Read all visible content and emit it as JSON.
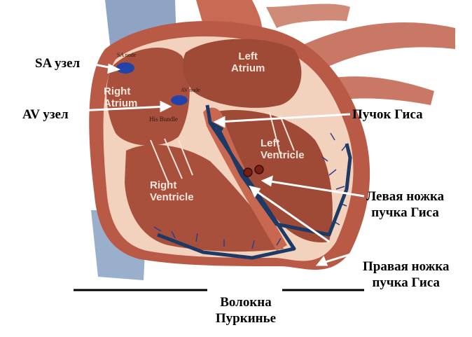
{
  "annotations": {
    "sa_node": "SA узел",
    "av_node": "AV узел",
    "bundle_his": "Пучок Гиса",
    "left_bundle_line1": "Левая ножка",
    "left_bundle_line2": "пучка Гиса",
    "right_bundle_line1": "Правая ножка",
    "right_bundle_line2": "пучка Гиса",
    "purkinje_line1": "Волокна",
    "purkinje_line2": "Пуркинье"
  },
  "anatomy_labels": {
    "left_atrium_line1": "Left",
    "left_atrium_line2": "Atrium",
    "right_atrium_line1": "Right",
    "right_atrium_line2": "Atrium",
    "left_ventricle_line1": "Left",
    "left_ventricle_line2": "Ventricle",
    "right_ventricle_line1": "Right",
    "right_ventricle_line2": "Ventricle",
    "sa_node_small": "SA node",
    "av_node_small": "AV node",
    "his_bundle_small": "His Bundle"
  },
  "colors": {
    "conduction": "#1d3a66",
    "node": "#2244aa",
    "muscle": "#b85a45",
    "chamber_wall": "#f3d2bd",
    "vessel": "#8fa3c4"
  }
}
